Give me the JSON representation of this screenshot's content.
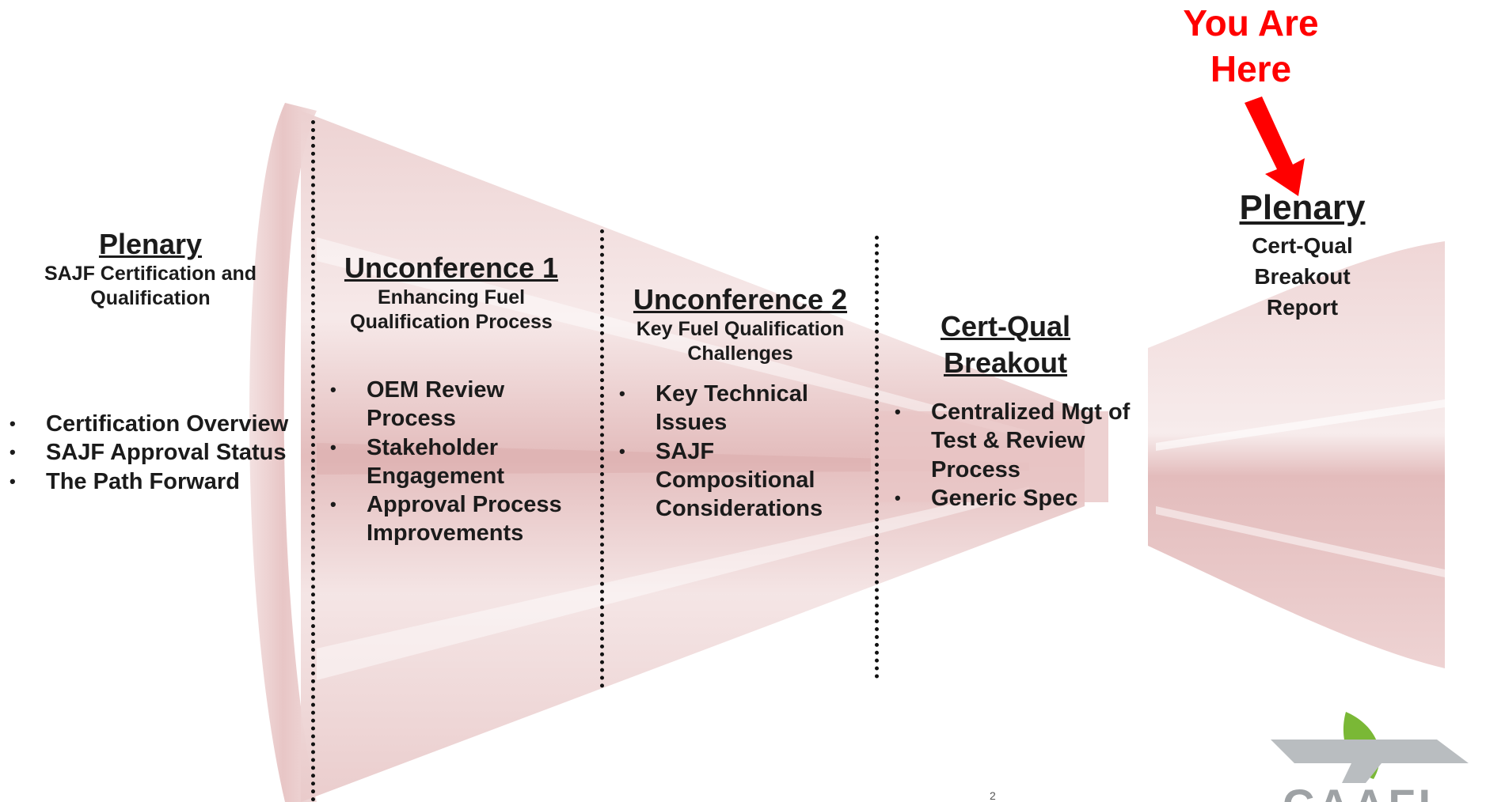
{
  "colors": {
    "funnel_fill": "#ebcece",
    "funnel_edge": "#d9a8a8",
    "arrow_red": "#ff0000",
    "text": "#1b1b1b",
    "logo_green": "#7ab836",
    "logo_grey": "#b9bdc0"
  },
  "you_are_here": {
    "label": "You Are\nHere",
    "arrow_icon": "red-arrow-down"
  },
  "sections": [
    {
      "title": "Plenary",
      "subtitle": "SAJF Certification and\nQualification",
      "bullets": [
        "Certification Overview",
        "SAJF Approval Status",
        "The Path Forward"
      ]
    },
    {
      "title": "Unconference 1",
      "subtitle": "Enhancing Fuel\nQualification Process",
      "bullets": [
        "OEM Review\nProcess",
        "Stakeholder\nEngagement",
        "Approval Process\nImprovements"
      ]
    },
    {
      "title": "Unconference 2",
      "subtitle": "Key Fuel Qualification\nChallenges",
      "bullets": [
        "Key Technical\nIssues",
        "SAJF\nCompositional\nConsiderations"
      ]
    },
    {
      "title": "Cert-Qual\nBreakout",
      "subtitle": "",
      "bullets": [
        "Centralized Mgt of\nTest & Review\nProcess",
        "Generic Spec"
      ]
    },
    {
      "title": "Plenary",
      "subtitle": "Cert-Qual\nBreakout\nReport",
      "bullets": []
    }
  ],
  "page_number": "2",
  "logo": {
    "icon": "caafi-logo-icon",
    "text": "CAAFI"
  }
}
